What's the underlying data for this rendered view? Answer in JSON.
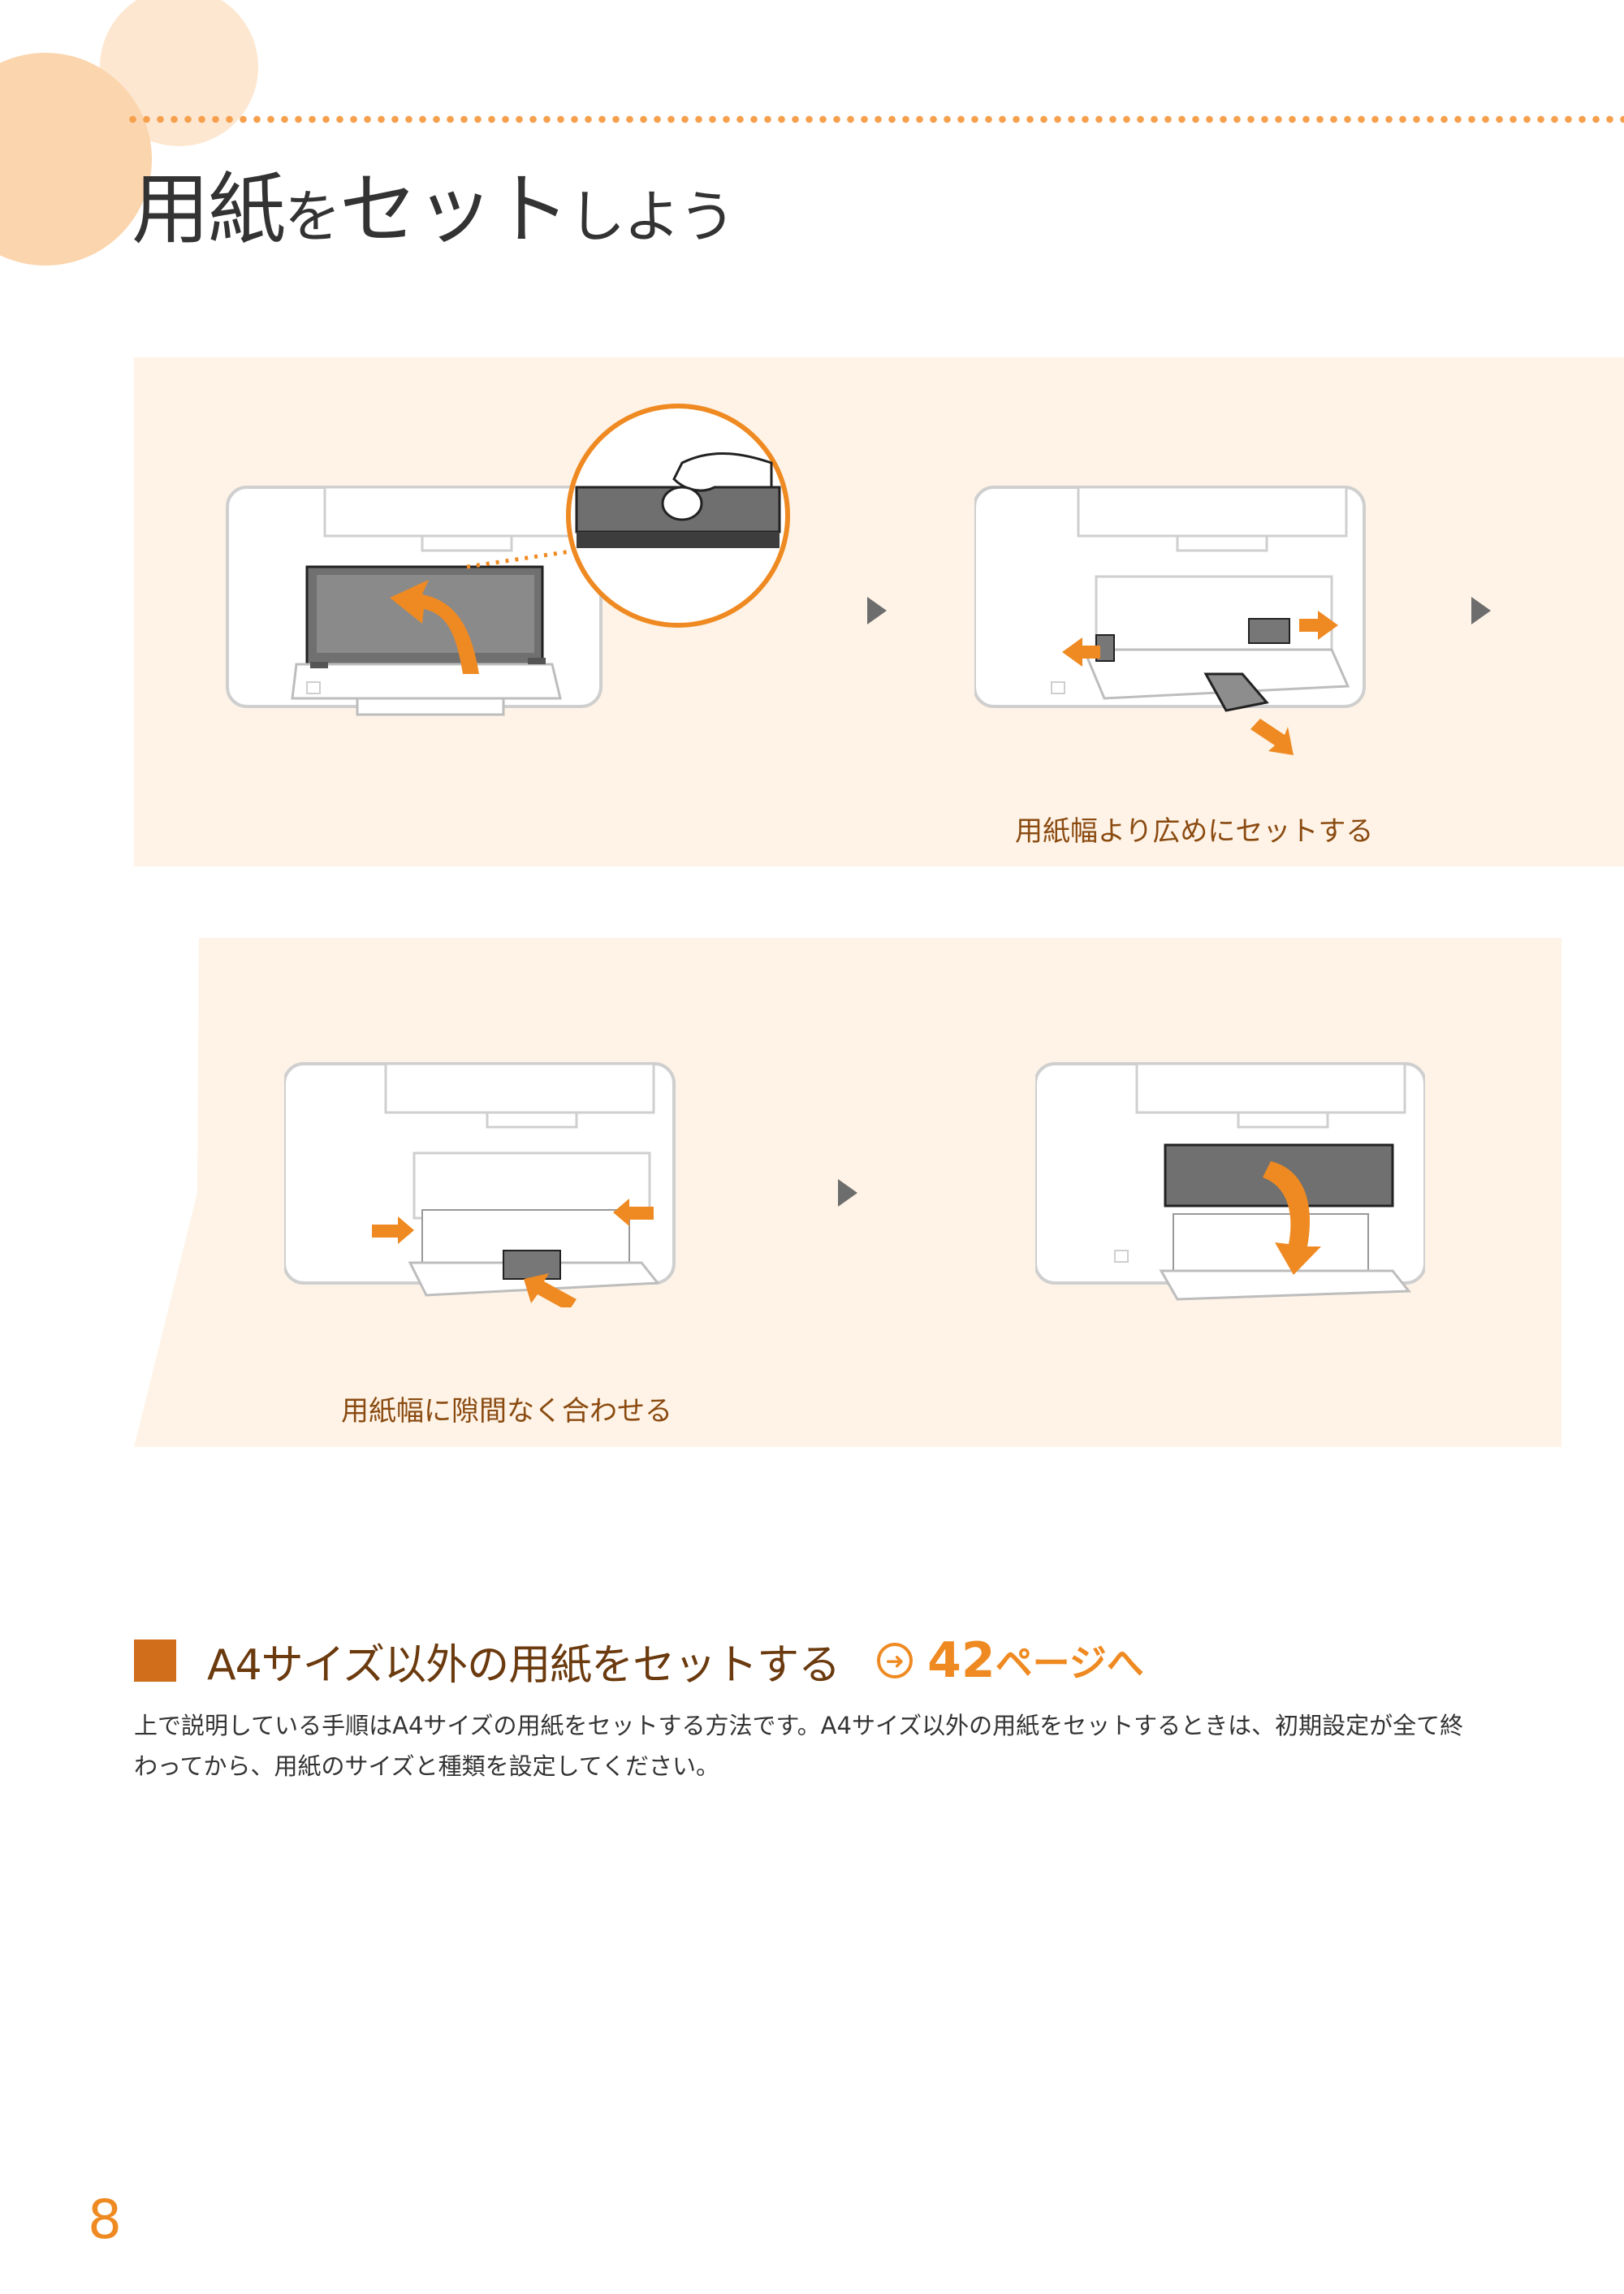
{
  "page": {
    "title_main": "用紙",
    "title_sm1": "を",
    "title_main2": "セット",
    "title_sm2": "しよう",
    "page_number": "8"
  },
  "panel1": {
    "caption": "用紙幅より広めにセットする"
  },
  "panel2": {
    "caption": "用紙幅に隙間なく合わせる"
  },
  "section": {
    "heading": "A4サイズ以外の用紙をセットする",
    "ref_page": "42",
    "ref_suffix": "ページへ",
    "body_line1": "上で説明している手順はA4サイズの用紙をセットする方法です。A4サイズ以外の用紙をセットするときは、初期設定が全て終",
    "body_line2": "わってから、用紙のサイズと種類を設定してください。"
  },
  "colors": {
    "accent": "#ef8a22",
    "panel_bg": "#fef3e6",
    "heading_square": "#d06e1b"
  },
  "icons": [
    "step-arrow-icon",
    "page-reference-icon"
  ]
}
